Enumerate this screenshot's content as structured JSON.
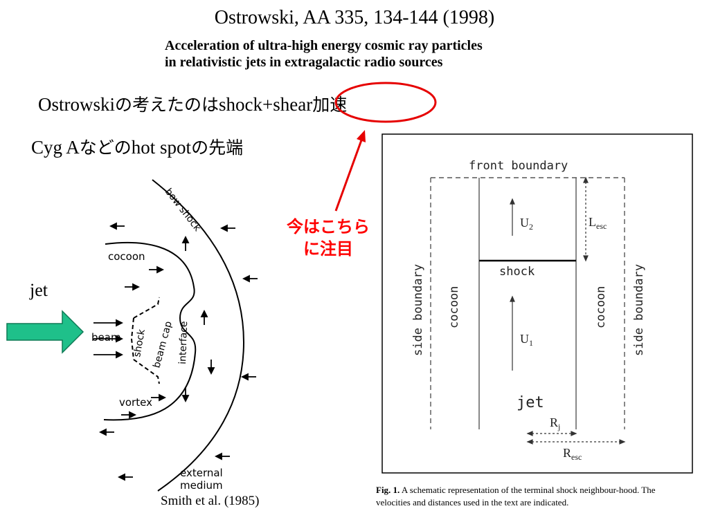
{
  "header": {
    "reference": "Ostrowski, AA 335, 134-144 (1998)",
    "paper_title_line1": "Acceleration of ultra-high energy cosmic ray particles",
    "paper_title_line2": "in relativistic jets in extragalactic radio sources"
  },
  "body": {
    "line1_a": "Ostrowski",
    "line1_b": "の考えたのは",
    "line1_c": "shock+",
    "line1_d": "shear",
    "line1_e": "加速",
    "line2_a": "Cyg A",
    "line2_b": "などの",
    "line2_c": "hot spot",
    "line2_d": "の先端",
    "jet_label": "jet"
  },
  "annotation": {
    "note_line1": "今はこちら",
    "note_line2": "に注目",
    "color": "#ff0000"
  },
  "left_diagram": {
    "bow_shock": "bow shock",
    "cocoon": "cocoon",
    "beam": "beam",
    "shock": "shock",
    "beam_cap": "beam cap",
    "interface": "interface",
    "vortex": "vortex",
    "external_medium_1": "external",
    "external_medium_2": "medium",
    "citation": "Smith et al. (1985)",
    "arrow_color": "#1fc08a"
  },
  "right_figure": {
    "front_boundary": "front boundary",
    "side_boundary": "side boundary",
    "cocoon": "cocoon",
    "shock": "shock",
    "jet": "jet",
    "u2": "U",
    "u2_sub": "2",
    "u1": "U",
    "u1_sub": "1",
    "l_esc": "L",
    "l_esc_sub": "esc",
    "r_j": "R",
    "r_j_sub": "j",
    "r_esc": "R",
    "r_esc_sub": "esc",
    "caption_label": "Fig. 1.",
    "caption_text": " A schematic representation of the terminal shock neighbour-hood. The velocities and distances used in the text are indicated."
  }
}
